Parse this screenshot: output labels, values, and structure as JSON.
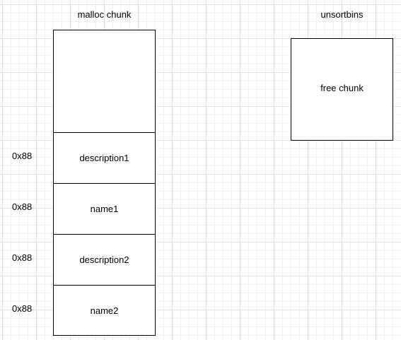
{
  "diagram": {
    "malloc_title": "malloc chunk",
    "unsorted_title": "unsortbins",
    "free_chunk_label": "free chunk",
    "chunks": [
      {
        "name": "description1",
        "size": "0x88"
      },
      {
        "name": "name1",
        "size": "0x88"
      },
      {
        "name": "description2",
        "size": "0x88"
      },
      {
        "name": "name2",
        "size": "0x88"
      }
    ]
  }
}
